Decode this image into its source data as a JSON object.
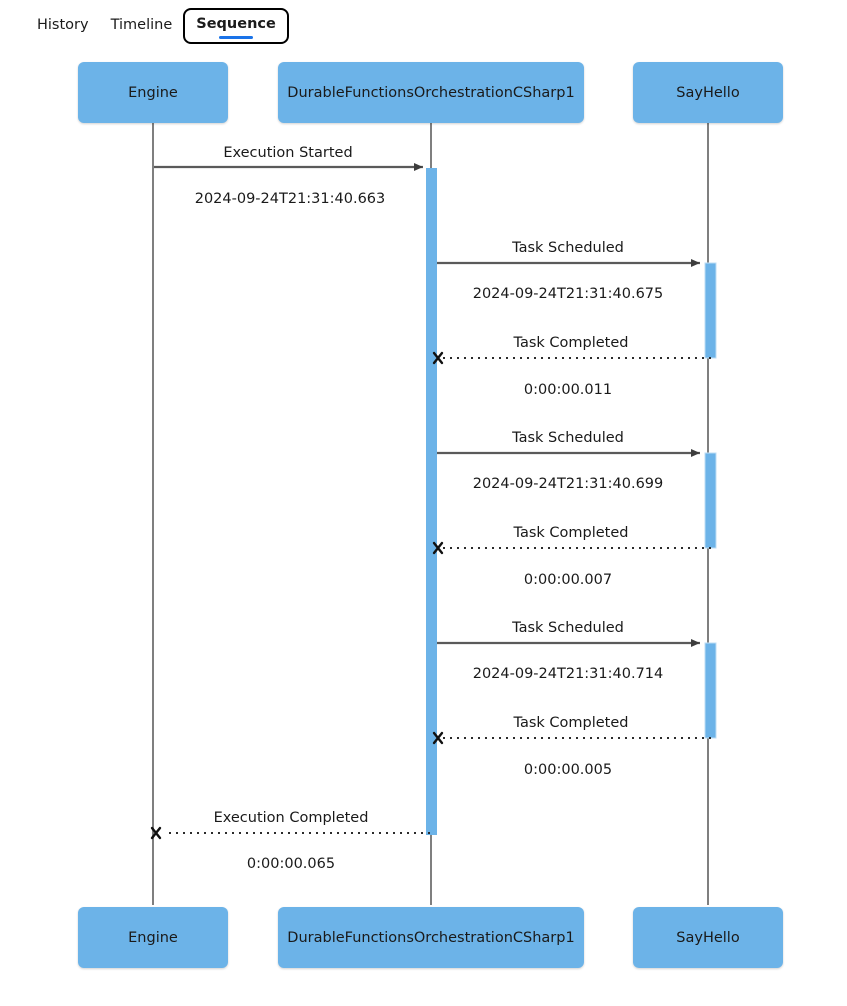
{
  "tabs": [
    {
      "label": "History",
      "active": false
    },
    {
      "label": "Timeline",
      "active": false
    },
    {
      "label": "Sequence",
      "active": true
    }
  ],
  "colors": {
    "participant_fill": "#6cb3e8",
    "activation_fill": "#6cb3e8",
    "lifeline": "#7f7f7f",
    "arrow": "#5a5a5a",
    "tab_underline": "#1a73e8",
    "text": "#1a1a1a"
  },
  "participants": [
    {
      "name": "Engine",
      "top_label": "Engine",
      "bottom_label": "Engine"
    },
    {
      "name": "DurableFunctionsOrchestrationCSharp1",
      "top_label": "DurableFunctionsOrchestrationCSharp1",
      "bottom_label": "DurableFunctionsOrchestrationCSharp1"
    },
    {
      "name": "SayHello",
      "top_label": "SayHello",
      "bottom_label": "SayHello"
    }
  ],
  "messages": [
    {
      "label": "Execution Started",
      "note": "2024-09-24T21:31:40.663",
      "from": "Engine",
      "to": "DurableFunctionsOrchestrationCSharp1",
      "kind": "call"
    },
    {
      "label": "Task Scheduled",
      "note": "2024-09-24T21:31:40.675",
      "from": "DurableFunctionsOrchestrationCSharp1",
      "to": "SayHello",
      "kind": "call"
    },
    {
      "label": "Task Completed",
      "note": "0:00:00.011",
      "from": "SayHello",
      "to": "DurableFunctionsOrchestrationCSharp1",
      "kind": "return"
    },
    {
      "label": "Task Scheduled",
      "note": "2024-09-24T21:31:40.699",
      "from": "DurableFunctionsOrchestrationCSharp1",
      "to": "SayHello",
      "kind": "call"
    },
    {
      "label": "Task Completed",
      "note": "0:00:00.007",
      "from": "SayHello",
      "to": "DurableFunctionsOrchestrationCSharp1",
      "kind": "return"
    },
    {
      "label": "Task Scheduled",
      "note": "2024-09-24T21:31:40.714",
      "from": "DurableFunctionsOrchestrationCSharp1",
      "to": "SayHello",
      "kind": "call"
    },
    {
      "label": "Task Completed",
      "note": "0:00:00.005",
      "from": "SayHello",
      "to": "DurableFunctionsOrchestrationCSharp1",
      "kind": "return"
    },
    {
      "label": "Execution Completed",
      "note": "0:00:00.065",
      "from": "DurableFunctionsOrchestrationCSharp1",
      "to": "Engine",
      "kind": "return"
    }
  ]
}
